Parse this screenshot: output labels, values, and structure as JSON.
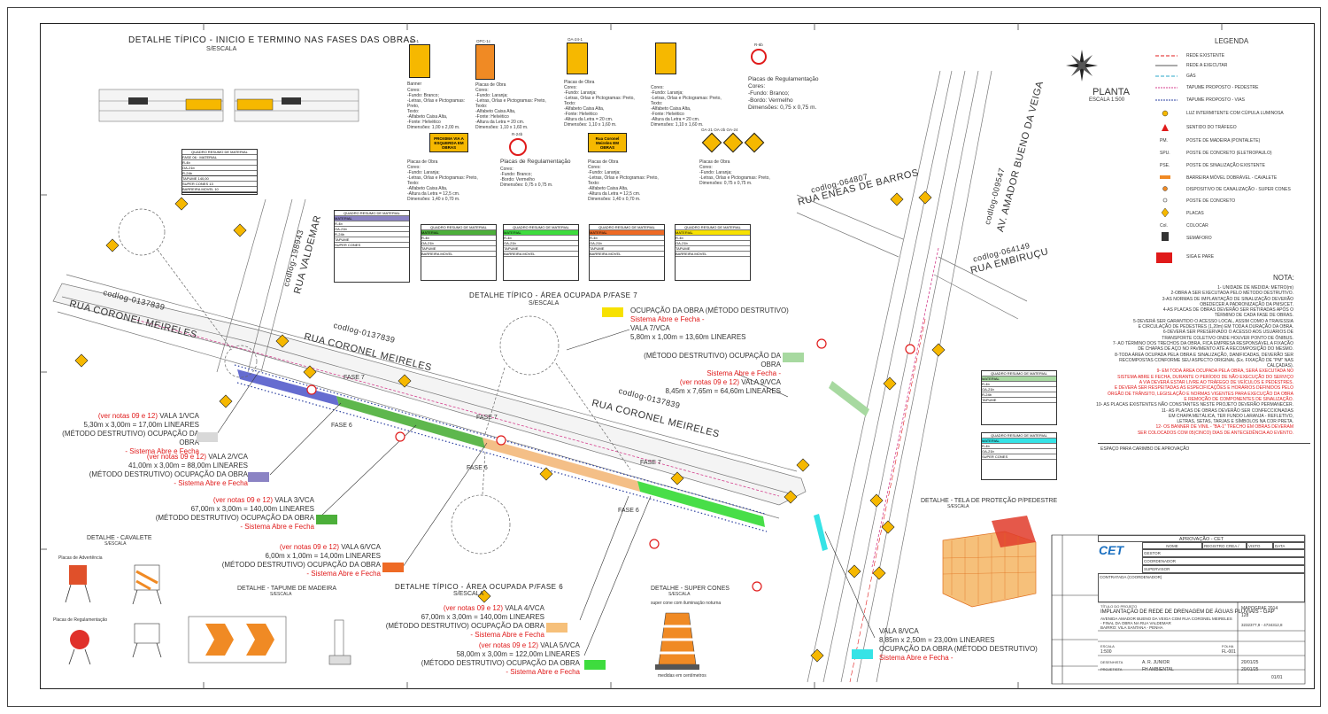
{
  "detail_top_title": "DETALHE TÍPICO - INICIO E TERMINO NAS FASES DAS OBRAS",
  "detail_top_scale": "S/ESCALA",
  "legend_title": "LEGENDA",
  "plan_title": "PLANTA",
  "plan_scale": "ESCALA 1:500",
  "streets": {
    "coronel_meireles_1": "RUA CORONEL MEIRELES",
    "coronel_meireles_1_code": "codlog-0137839",
    "coronel_meireles_2": "RUA CORONEL MEIRELES",
    "coronel_meireles_2_code": "codlog-0137839",
    "coronel_meireles_3": "RUA CORONEL MEIRELES",
    "coronel_meireles_3_code": "codlog-0137839",
    "valdemar": "RUA VALDEMAR",
    "valdemar_code": "codlog-198943",
    "eneas": "RUA ENEAS DE BARROS",
    "eneas_code": "codlog-064807",
    "amador": "AV. AMADOR BUENO DA VEIGA",
    "amador_code": "codlog-009547",
    "embirucu": "RUA EMBIRUÇU",
    "embirucu_code": "codlog-064149"
  },
  "fases": [
    "FASE 7",
    "FASE 6",
    "FASE 7",
    "FASE 6",
    "FASE 7",
    "FASE 6"
  ],
  "detail_fase7_title": "DETALHE TÍPICO - ÁREA OCUPADA P/FASE 7",
  "detail_fase7_scale": "S/ESCALA",
  "detail_fase6_title": "DETALHE TÍPICO - ÁREA OCUPADA P/FASE 6",
  "detail_fase6_scale": "S/ESCALA",
  "detail_cavalete": "DETALHE - CAVALETE",
  "detail_cavalete_scale": "S/ESCALA",
  "detail_tapume": "DETALHE - TAPUME DE MADEIRA",
  "detail_tapume_scale": "S/ESCALA",
  "detail_cones": "DETALHE - SUPER CONES",
  "detail_cones_scale": "S/ESCALA",
  "detail_cones_caption": "super cone com iluminação noturna",
  "detail_cones_units": "medidas em centímetros",
  "detail_tela": "DETALHE - TELA DE PROTEÇÃO P/PEDESTRE",
  "detail_tela_scale": "S/ESCALA",
  "cavalete_labels": {
    "advertencia": "Placas de Advertência",
    "regulamentacao": "Placas de Regulamentação"
  },
  "signs": [
    {
      "code": "BA-1",
      "title": "Banner",
      "lines": [
        "Cores:",
        "-Fundo: Branco;",
        "-Letras, Orlas e Pictogramas: Preto,",
        "Texto:",
        "-Alfabeto Caixa Alta,",
        "-Fonte: Helvético",
        "Dimensões: 1,00 x 2,00 m."
      ]
    },
    {
      "code": "OPC-1c",
      "title": "Placas de Obra",
      "lines": [
        "Cores:",
        "-Fundo: Laranja;",
        "-Letras, Orlas e Pictogramas: Preto,",
        "Texto:",
        "-Alfabeto Caixa Alta,",
        "-Fonte: Helvético",
        "-Altura da Letra = 20 cm.",
        "Dimensões: 1,10 x 1,60 m."
      ]
    },
    {
      "code": "OA-24-1",
      "title": "Placas de Obra",
      "lines": [
        "Cores:",
        "-Fundo: Laranja;",
        "-Letras, Orlas e Pictogramas: Preto,",
        "Texto:",
        "-Alfabeto Caixa Alta,",
        "-Fonte: Helvético",
        "-Altura da Letra = 20 cm.",
        "Dimensões: 1,10 x 1,60 m."
      ]
    },
    {
      "code": "R-6b",
      "title": "Placas de Regulamentação",
      "lines": [
        "Cores:",
        "-Fundo: Branco;",
        "-Bordo: Vermelho",
        "Dimensões: 0,75 x 0,75 m."
      ]
    }
  ],
  "signs_row2": [
    {
      "text": "PROXIMA VIA A ESQUERDA EM OBRAS",
      "title": "Placas de Obra",
      "lines": [
        "Cores:",
        "-Fundo: Laranja;",
        "-Letras, Orlas e Pictogramas: Preto,",
        "Texto:",
        "-Alfabeto Caixa Alta,",
        "-Altura da Letra = 12,5 cm.",
        "Dimensões: 1,40 x 0,70 m."
      ]
    },
    {
      "text": "R-24b",
      "title": "Placas de Regulamentação",
      "lines": [
        "Cores:",
        "-Fundo: Branco;",
        "-Bordo: Vermelho",
        "Dimensões: 0,75 x 0,75 m."
      ]
    },
    {
      "text": "Rua Coronel Meireles EM OBRAS",
      "title": "Placas de Obra",
      "lines": [
        "Cores:",
        "-Fundo: Laranja;",
        "-Letras, Orlas e Pictogramas: Preto,",
        "Texto:",
        "-Alfabeto Caixa Alta,",
        "-Altura da Letra = 12,5 cm.",
        "Dimensões: 1,40 x 0,70 m."
      ]
    },
    {
      "text": "OA-21 OA-2b OA-24",
      "title": "Placas de Obra",
      "lines": [
        "Cores:",
        "-Fundo: Laranja;",
        "-Letras, Orlas e Pictogramas: Preto,",
        "Dimensões: 0,75 x 0,75 m."
      ]
    }
  ],
  "material_table": {
    "title": "QUADRO RESUMO DE MATERIAL",
    "headers": [
      "FASE 06",
      "MATERIAL",
      "Cal.",
      "Color"
    ],
    "rows": [
      [
        "",
        "R-4b",
        "1",
        ""
      ],
      [
        "",
        "OA-21b",
        "2",
        ""
      ],
      [
        "",
        "R-24b",
        "2",
        ""
      ],
      [
        "",
        "OA-24",
        "2",
        ""
      ]
    ],
    "footer": [
      [
        "TAPUME",
        "",
        "140,00"
      ],
      [
        "SUPER CONES",
        "",
        "13"
      ],
      [
        "BARREIRA MOVEL",
        "",
        "10"
      ]
    ]
  },
  "valas": [
    {
      "note": "(ver notas 09 e 12)",
      "name": "VALA 1/VCA",
      "dims": "5,30m x 3,00m = 17,00m LINEARES",
      "method": "(MÉTODO DESTRUTIVO) OCUPAÇÃO DA OBRA",
      "system": "- Sistema Abre e Fecha",
      "color": "#d8d8d8"
    },
    {
      "note": "(ver notas 09 e 12)",
      "name": "VALA 2/VCA",
      "dims": "41,00m x 3,00m = 88,00m LINEARES",
      "method": "(MÉTODO DESTRUTIVO) OCUPAÇÃO DA OBRA",
      "system": "- Sistema Abre e Fecha",
      "color": "#8b83c4"
    },
    {
      "note": "(ver notas 09 e 12)",
      "name": "VALA 3/VCA",
      "dims": "67,00m x 3,00m = 140,00m LINEARES",
      "method": "(MÉTODO DESTRUTIVO) OCUPAÇÃO DA OBRA",
      "system": "- Sistema Abre e Fecha",
      "color": "#4caf3a"
    },
    {
      "note": "(ver notas 09 e 12)",
      "name": "VALA 6/VCA",
      "dims": "6,00m x 1,00m = 14,00m LINEARES",
      "method": "(MÉTODO DESTRUTIVO) OCUPAÇÃO DA OBRA",
      "system": "- Sistema Abre e Fecha",
      "color": "#ee6a25"
    },
    {
      "note": "(ver notas 09 e 12)",
      "name": "VALA 4/VCA",
      "dims": "67,00m x 3,00m = 140,00m LINEARES",
      "method": "(MÉTODO DESTRUTIVO) OCUPAÇÃO DA OBRA",
      "system": "- Sistema Abre e Fecha",
      "color": "#f6c07a"
    },
    {
      "note": "(ver notas 09 e 12)",
      "name": "VALA 5/VCA",
      "dims": "58,00m x 3,00m = 122,00m LINEARES",
      "method": "(MÉTODO DESTRUTIVO) OCUPAÇÃO DA OBRA",
      "system": "- Sistema Abre e Fecha",
      "color": "#3edc3e"
    }
  ],
  "vala7": {
    "label": "OCUPAÇÃO DA OBRA (MÉTODO DESTRUTIVO)",
    "system": "Sistema Abre e Fecha -",
    "name": "VALA 7/VCA",
    "dims": "5,80m x 1,00m = 13,60m LINEARES",
    "color": "#f7e100"
  },
  "vala9": {
    "label": "(MÉTODO DESTRUTIVO) OCUPAÇÃO DA OBRA",
    "system": "Sistema Abre e Fecha -",
    "note": "(ver notas 09 e 12)",
    "name": "VALA 9/VCA",
    "dims": "8,45m x 7,65m = 64,60m LINEARES",
    "color": "#a7d9a0"
  },
  "vala8": {
    "name": "VALA 8/VCA",
    "dims": "8,85m x 2,50m = 23,00m LINEARES",
    "label": "OCUPAÇÃO DA OBRA (MÉTODO DESTRUTIVO)",
    "system": "Sistema Abre e Fecha -",
    "color": "#36e3e6"
  },
  "legend": [
    {
      "text": "REDE EXISTENTE",
      "color": "#e01a1a"
    },
    {
      "text": "REDE A EXECUTAR",
      "color": "#555"
    },
    {
      "text": "GÁS",
      "color": "#2aa7c8"
    },
    {
      "text": "TAPUME PROPOSTO - PEDESTRE",
      "color": "#d43f8d"
    },
    {
      "text": "TAPUME PROPOSTO - VIAS",
      "color": "#2b3fa0"
    },
    {
      "text": "LUZ INTERMITENTE COM CÚPULA LUMINOSA",
      "color": "#f6b800"
    },
    {
      "text": "SENTIDO DO TRÁFEGO",
      "color": "#e01a1a"
    },
    {
      "text": "POSTE DE MADEIRA (PONTALETE)",
      "color": "#333"
    },
    {
      "text": "POSTE DE CONCRETO (ELETROPAULO)",
      "color": "#333"
    },
    {
      "text": "POSTE DE SINALIZAÇÃO EXISTENTE",
      "color": "#333"
    },
    {
      "text": "BARREIRA MÓVEL DOBRÁVEL - CAVALETE",
      "color": "#f08a24"
    },
    {
      "text": "DISPOSITIVO DE CANALIZAÇÃO - SUPER CONES",
      "color": "#f08a24"
    },
    {
      "text": "POSTE DE CONCRETO",
      "color": "#333"
    },
    {
      "text": "PLACAS",
      "color": "#333"
    },
    {
      "text": "COLOCAR",
      "color": "#333"
    },
    {
      "text": "SEMÁFORO",
      "color": "#333"
    },
    {
      "text": "SIGA E PARE",
      "color": "#e01a1a"
    }
  ],
  "legend_abbr": [
    "PM.",
    "SPU.",
    "PSE.",
    "",
    "",
    "",
    "",
    "Col."
  ],
  "notes_title": "NOTA:",
  "notes": [
    {
      "text": "1- UNIDADE DE MEDIDA: METRO(m)",
      "red": false
    },
    {
      "text": "2-OBRA A SER EXECUTADA PELO MÉTODO DESTRUTIVO.",
      "red": false
    },
    {
      "text": "3-AS NORMAS DE IMPLANTAÇÃO DE SINALIZAÇÃO DEVERÃO",
      "red": false
    },
    {
      "text": "OBEDECER A PADRONIZAÇÃO DA PMS/CET.",
      "red": false
    },
    {
      "text": "4-AS PLACAS DE OBRAS DEVERÃO SER RETIRADAS APÓS O",
      "red": false
    },
    {
      "text": "TÉRMINO DE CADA FASE DE OBRAS.",
      "red": false
    },
    {
      "text": "5-DEVERÁ SER GARANTIDO O ACESSO LOCAL, ASSIM COMO A TRAVESSIA",
      "red": false
    },
    {
      "text": "E CIRCULAÇÃO DE PEDESTRES (1,20m) EM TODA A DURAÇÃO DA OBRA.",
      "red": false
    },
    {
      "text": "6-DEVERÁ SER PRESERVADO O ACESSO AOS USUÁRIOS DE",
      "red": false
    },
    {
      "text": "TRANSPORTE COLETIVO ONDE HOUVER PONTO DE ÔNIBUS.",
      "red": false
    },
    {
      "text": "7- AO TÉRMINO DOS TRECHOS DA OBRA, FICA EMPRESA RESPONSÁVEL A FIXAÇÃO",
      "red": false
    },
    {
      "text": "DE CHAPAS DE AÇO NO PAVIMENTO ATÉ A RECOMPOSIÇÃO DO MESMO.",
      "red": false
    },
    {
      "text": "8-TODA ÁREA OCUPADA PELA OBRA E SINALIZAÇÃO, DANIFICADAS, DEVERÃO SER",
      "red": false
    },
    {
      "text": "RECOMPOSTAS CONFORME SEU ASPECTO ORIGINAL (Ex. FIXAÇÃO DE \"PM\" NAS CALÇADAS).",
      "red": false
    },
    {
      "text": "9- EM TODA ÁREA OCUPADA PELA OBRA, SERÁ EXECUTADA NO",
      "red": true
    },
    {
      "text": "SISTEMA ABRE E FECHA, DURANTE O PERÍODO DE NÃO EXECUÇÃO DO SERVIÇO",
      "red": true
    },
    {
      "text": "A VIA DEVERÁ ESTAR LIVRE AO TRÁFEGO DE VEÍCULOS E PEDESTRES.",
      "red": true
    },
    {
      "text": "E DEVERÁ SER RESPEITADAS AS ESPECIFICAÇÕES E HORÁRIOS DEFINIDOS PELO",
      "red": true
    },
    {
      "text": "ÓRGÃO DE TRÂNSITO, LEGISLAÇÃO E NORMAS VIGENTES PARA EXECUÇÃO DA OBRA",
      "red": true
    },
    {
      "text": "E REMOÇÃO DE COMPONENTES DE SINALIZAÇÃO.",
      "red": true
    },
    {
      "text": "10- AS PLACAS EXISTENTES NÃO CONSTANTES NESTE PROJETO DEVERÃO PERMANECER.",
      "red": false
    },
    {
      "text": "11- AS PLACAS DE OBRAS DEVERÃO SER CONFECCIONADAS",
      "red": false
    },
    {
      "text": "EM CHAPA METÁLICA, TER FUNDO LARANJA - REFLETIVO,",
      "red": false
    },
    {
      "text": "LETRAS, SETAS, TARJAS E SÍMBOLOS NA COR PRETA.",
      "red": false
    },
    {
      "text": "12- OS BANNER DE VINIL - \"BA-1\" TRECHO EM OBRAS DEVERAM",
      "red": true
    },
    {
      "text": "SER COLOCADOS COM 05(CINCO) DIAS DE ANTECEDÊNCIA AO EVENTO.",
      "red": true
    }
  ],
  "stamp_area": "ESPAÇO PARA CARIMBO DE APROVAÇÃO",
  "title_block": {
    "approval": "APROVAÇÃO - CET",
    "logo": "CET",
    "name_col": "NOME",
    "registro": "REGISTRO CREA / CAU",
    "visto": "VISTO",
    "data_col": "DATA",
    "gestor": "GESTOR",
    "coordenador": "COORDENADOR",
    "supervisor": "SUPERVISOR",
    "contratada": "CONTRATADA (COORDENADOR)",
    "titulo_label": "TÍTULO DO PROJETO",
    "titulo": "IMPLANTAÇÃO DE REDE DE DRENAGEM DE ÁGUAS PLUVIAIS - GAP",
    "endereco1": "AVENIDA AMADOR BUENO DA VEIGA COM RUA CORONEL MEIRELES",
    "endereco2": "- FINAL DA OBRA NA RUA VALDEMAR",
    "bairro": "BAIRRO: VILA SANTANA - PENHA",
    "escala_label": "ESCALA",
    "escala": "1:500",
    "folha_label": "FOLHA",
    "folha": "FL-001",
    "desenhista_label": "DESENHISTA",
    "desenhista": "A. R. JUNIOR",
    "projetista_label": "PROJETISTA",
    "projetista": "FH AMBIENTAL",
    "date1": "20/01/25",
    "date2": "20/01/25",
    "mapograf": "MAPOGRAF 2014",
    "sheet": "128",
    "coord": "3232377,9 - 4734312,8",
    "page": "01/01"
  }
}
